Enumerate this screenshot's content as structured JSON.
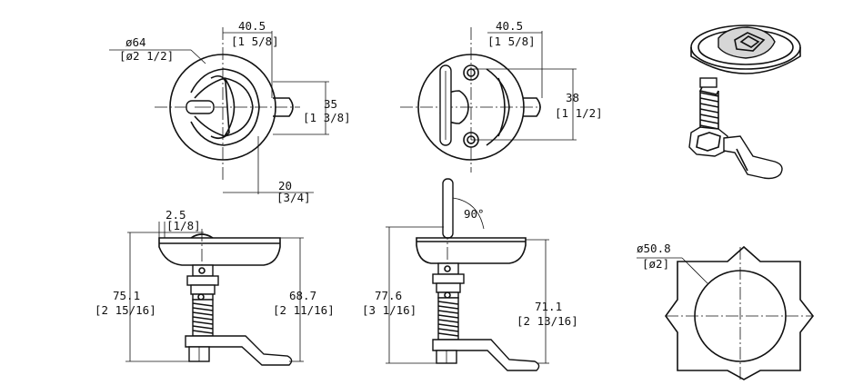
{
  "colors": {
    "line": "#111111",
    "background": "#ffffff",
    "shade": "#d6d6d6"
  },
  "top_view_left": {
    "diameter": "ø64",
    "diameter_in": "[ø2 1/2]",
    "width": "40.5",
    "width_in": "[1 5/8]",
    "height": "35",
    "height_in": "[1 3/8]",
    "offset": "20",
    "offset_in": "[3/4]"
  },
  "top_view_right": {
    "width": "40.5",
    "width_in": "[1 5/8]",
    "height": "38",
    "height_in": "[1 1/2]"
  },
  "side_view_left": {
    "flange": "2.5",
    "flange_in": "[1/8]",
    "total": "75.1",
    "total_in": "[2 15/16]",
    "body": "68.7",
    "body_in": "[2 11/16]"
  },
  "side_view_right": {
    "angle": "90°",
    "total": "77.6",
    "total_in": "[3 1/16]",
    "body": "71.1",
    "body_in": "[2 13/16]"
  },
  "cutout": {
    "diameter": "ø50.8",
    "diameter_in": "[ø2]"
  }
}
